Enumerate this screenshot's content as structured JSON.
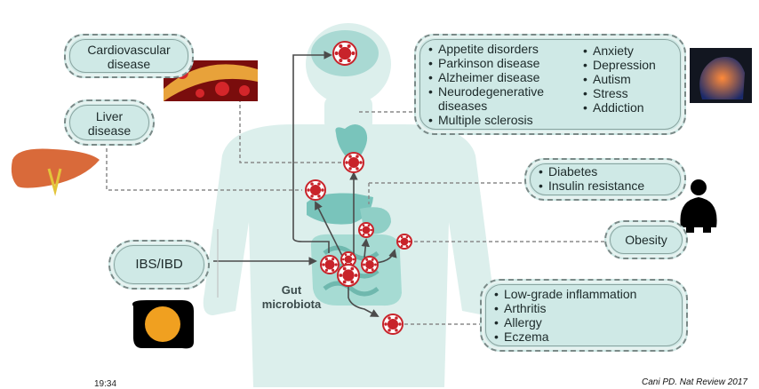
{
  "labels": {
    "cardio": "Cardiovascular disease",
    "cardio_l1": "Cardiovascular",
    "cardio_l2": "disease",
    "liver_l1": "Liver",
    "liver_l2": "disease",
    "ibd": "IBS/IBD",
    "gut_l1": "Gut",
    "gut_l2": "microbiota",
    "obesity": "Obesity"
  },
  "brain_list_left": [
    "Appetite disorders",
    "Parkinson disease",
    "Alzheimer disease",
    "Neurodegenerative",
    "diseases",
    "Multiple sclerosis"
  ],
  "brain_list_right": [
    "Anxiety",
    "Depression",
    "Autism",
    "Stress",
    "Addiction"
  ],
  "metabolic_list": [
    "Diabetes",
    "Insulin resistance"
  ],
  "inflammation_list": [
    "Low-grade inflammation",
    "Arthritis",
    "Allergy",
    "Eczema"
  ],
  "footer": {
    "time": "19:34",
    "citation": "Cani PD. Nat Review 2017"
  },
  "colors": {
    "body": "#cfe9e6",
    "organ": "#79c4bb",
    "node": "#c8232a",
    "box": "#cfe9e6",
    "arrow": "#4b4b4b"
  }
}
